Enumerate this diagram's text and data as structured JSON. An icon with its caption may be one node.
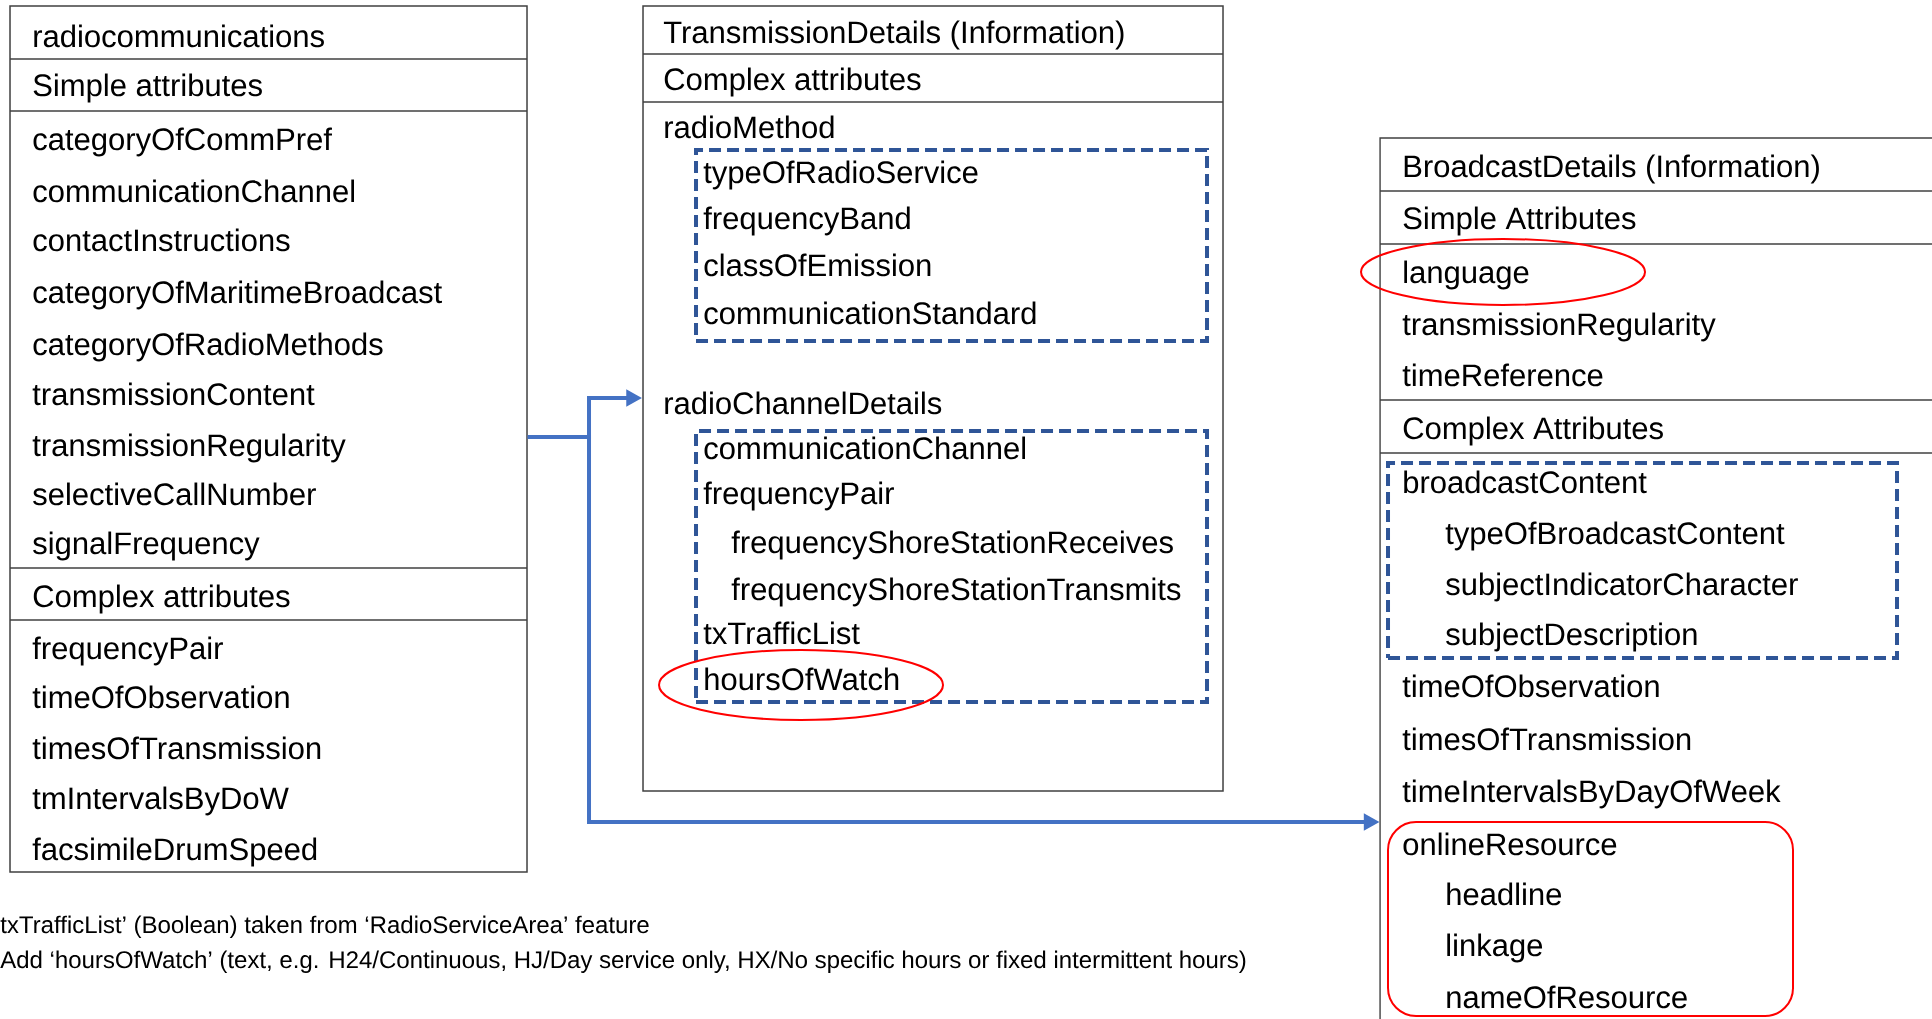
{
  "diagram": {
    "nodes": [
      {
        "text": [
          "radiocommunications",
          "Simple attributes",
          "categoryOfCommPref",
          "communicationChannel",
          "contactInstructions",
          "categoryOfMaritimeBroadcast",
          "categoryOfRadioMethods",
          "transmissionContent",
          "transmissionRegularity",
          "selectiveCallNumber",
          "signalFrequency",
          "Complex attributes",
          "frequencyPair",
          "timeOfObservation",
          "timesOfTransmission",
          "tmIntervalsByDoW",
          "facsimileDrumSpeed"
        ]
      },
      {
        "text": [
          "TransmissionDetails (Information)",
          "Complex attributes",
          "radioMethod",
          "radioChannelDetails"
        ]
      },
      {
        "text": [
          "typeOfRadioService",
          "frequencyBand",
          "classOfEmission",
          "communicationStandard"
        ],
        "in": 1
      },
      {
        "text": [
          "communicationChannel",
          "frequencyPair",
          "frequencyShoreStationReceives",
          "frequencyShoreStationTransmits",
          "txTrafficList"
        ],
        "in": 1
      },
      {
        "text": [
          "hoursOfWatch"
        ],
        "in": 1
      },
      {
        "text": [
          "BroadcastDetails (Information)",
          "Simple Attributes",
          "transmissionRegularity",
          "timeReference",
          "Complex Attributes",
          "timeOfObservation",
          "timesOfTransmission",
          "timeIntervalsByDayOfWeek"
        ]
      },
      {
        "text": [
          "language"
        ]
      },
      {
        "text": [
          "broadcastContent",
          "typeOfBroadcastContent",
          "subjectIndicatorCharacter",
          "subjectDescription"
        ],
        "in": 5
      },
      {
        "text": [
          "onlineResource",
          "headline",
          "linkage",
          "nameOfResource"
        ],
        "in": 5
      }
    ],
    "edges": [
      {
        "from": 0,
        "to": 1,
        "arrow": "to"
      },
      {
        "from": 0,
        "to": 5,
        "arrow": "to"
      }
    ],
    "labels": [
      "txTrafficList’ (Boolean) taken from ‘RadioServiceArea’ feature",
      "Add ‘hoursOfWatch’ (text, e.g. H24/Continuous, HJ/Day service only, HX/No specific hours or fixed intermittent hours)"
    ]
  }
}
